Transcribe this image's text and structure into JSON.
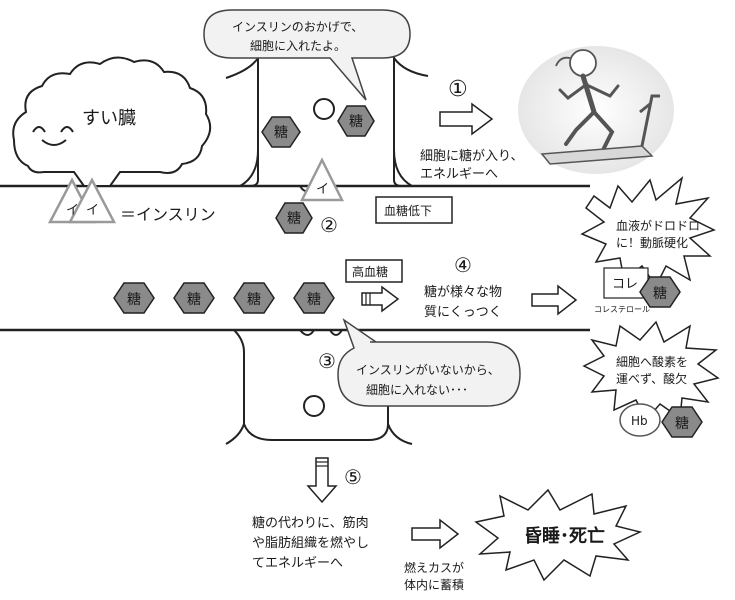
{
  "pancreas": {
    "label": "すい臓"
  },
  "insulin": {
    "symbol": "イ",
    "legend": "＝インスリン"
  },
  "glucose": {
    "label": "糖"
  },
  "bubble_top": {
    "line1": "インスリンのおかげで、",
    "line2": "細胞に入れたよ。"
  },
  "bubble_bottom": {
    "line1": "インスリンがいないから、",
    "line2": "細胞に入れない･･･"
  },
  "steps": {
    "s1": "①",
    "s2": "②",
    "s3": "③",
    "s4": "④",
    "s5": "⑤"
  },
  "step1_text": {
    "line1": "細胞に糖が入り、",
    "line2": "エネルギーへ"
  },
  "low_sugar": "血糖低下",
  "high_sugar": "高血糖",
  "step4_text": {
    "line1": "糖が様々な物",
    "line2": "質にくっつく"
  },
  "burst_blood": {
    "line1": "血液がドロドロ",
    "line2": "に！動脈硬化"
  },
  "cholesterol": {
    "short": "コレ",
    "full": "コレステロール"
  },
  "burst_oxygen": {
    "line1": "細胞へ酸素を",
    "line2": "運べず、酸欠"
  },
  "hb": "Hb",
  "step5_text": {
    "line1": "糖の代わりに、筋肉",
    "line2": "や脂肪組織を燃やし",
    "line3": "てエネルギーへ"
  },
  "waste_text": {
    "line1": "燃えカスが",
    "line2": "体内に蓄積"
  },
  "outcome": "昏睡･死亡",
  "colors": {
    "hex_fill": "#8a8a8a",
    "stroke": "#222222",
    "triangle": "#9a9a9a"
  }
}
